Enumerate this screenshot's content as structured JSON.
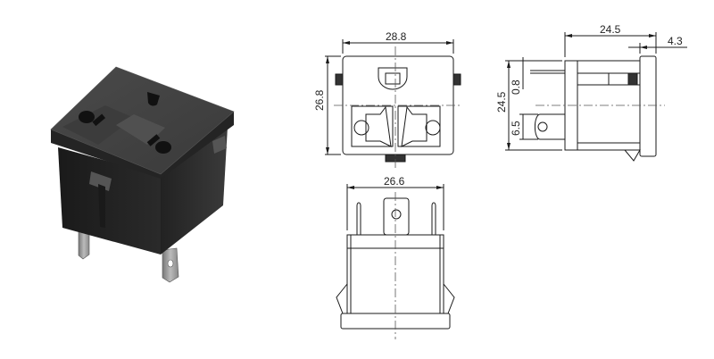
{
  "product": {
    "name": "AC power socket outlet",
    "render_view": "isometric-3d-render"
  },
  "views": {
    "front": {
      "width_dim": "28.8",
      "height_dim": "26.8"
    },
    "side": {
      "depth_dim": "24.5",
      "flange_dim": "4.3",
      "height_dim": "24.5",
      "pin_thickness_dim": "0.8",
      "terminal_width_dim": "6.5"
    },
    "bottom": {
      "width_dim": "26.6"
    }
  },
  "colors": {
    "line": "#1a1a1a",
    "body_dark": "#2a2a2a",
    "centerline": "#555555"
  }
}
